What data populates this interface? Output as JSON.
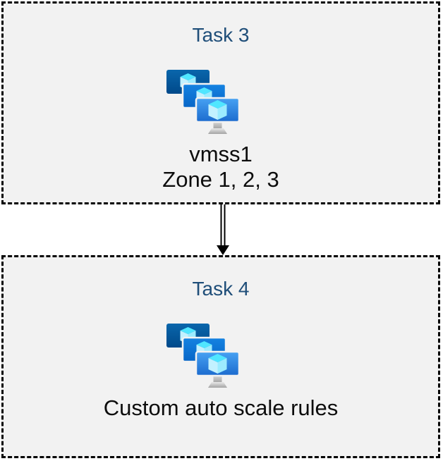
{
  "diagram": {
    "boxes": [
      {
        "title": "Task 3",
        "icon": "vm-scale-sets-icon",
        "lines": [
          "vmss1",
          "Zone 1, 2, 3"
        ]
      },
      {
        "title": "Task 4",
        "icon": "vm-scale-sets-icon",
        "lines": [
          "Custom auto scale rules"
        ]
      }
    ],
    "connector": {
      "type": "double-line-arrow",
      "direction": "down"
    },
    "colors": {
      "title_text": "#1f4e79",
      "body_text": "#0d0d0d",
      "box_background": "#f2f2f2",
      "box_border": "#000000",
      "monitor_back": "#005ba1",
      "monitor_middle": "#0b74d8",
      "monitor_front_top": "#47a2f3",
      "monitor_front_bottom": "#1c6bce",
      "cube_top_face": "#50e6ff",
      "cube_left_face": "#c3f1ff",
      "cube_right_face": "#9cebff"
    }
  }
}
